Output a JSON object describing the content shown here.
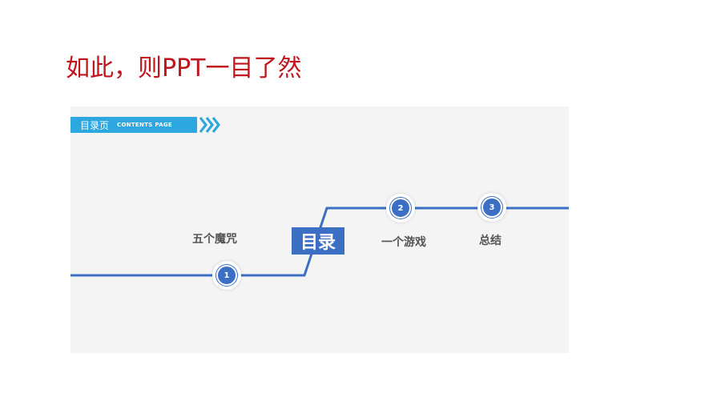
{
  "page": {
    "title": "如此，则PPT一目了然"
  },
  "slide": {
    "header": {
      "title": "目录页",
      "subtitle": "CONTENTS PAGE",
      "arrows_icon": "chevron-triple-right-icon"
    },
    "center_label": "目录",
    "items": [
      {
        "number": "1",
        "label": "五个魔咒"
      },
      {
        "number": "2",
        "label": "一个游戏"
      },
      {
        "number": "3",
        "label": "总结"
      }
    ]
  },
  "colors": {
    "title_red": "#c0141c",
    "header_blue": "#2ca7e0",
    "timeline_blue": "#3b6fc4",
    "slide_bg": "#f4f4f5",
    "label_gray": "#555555"
  }
}
